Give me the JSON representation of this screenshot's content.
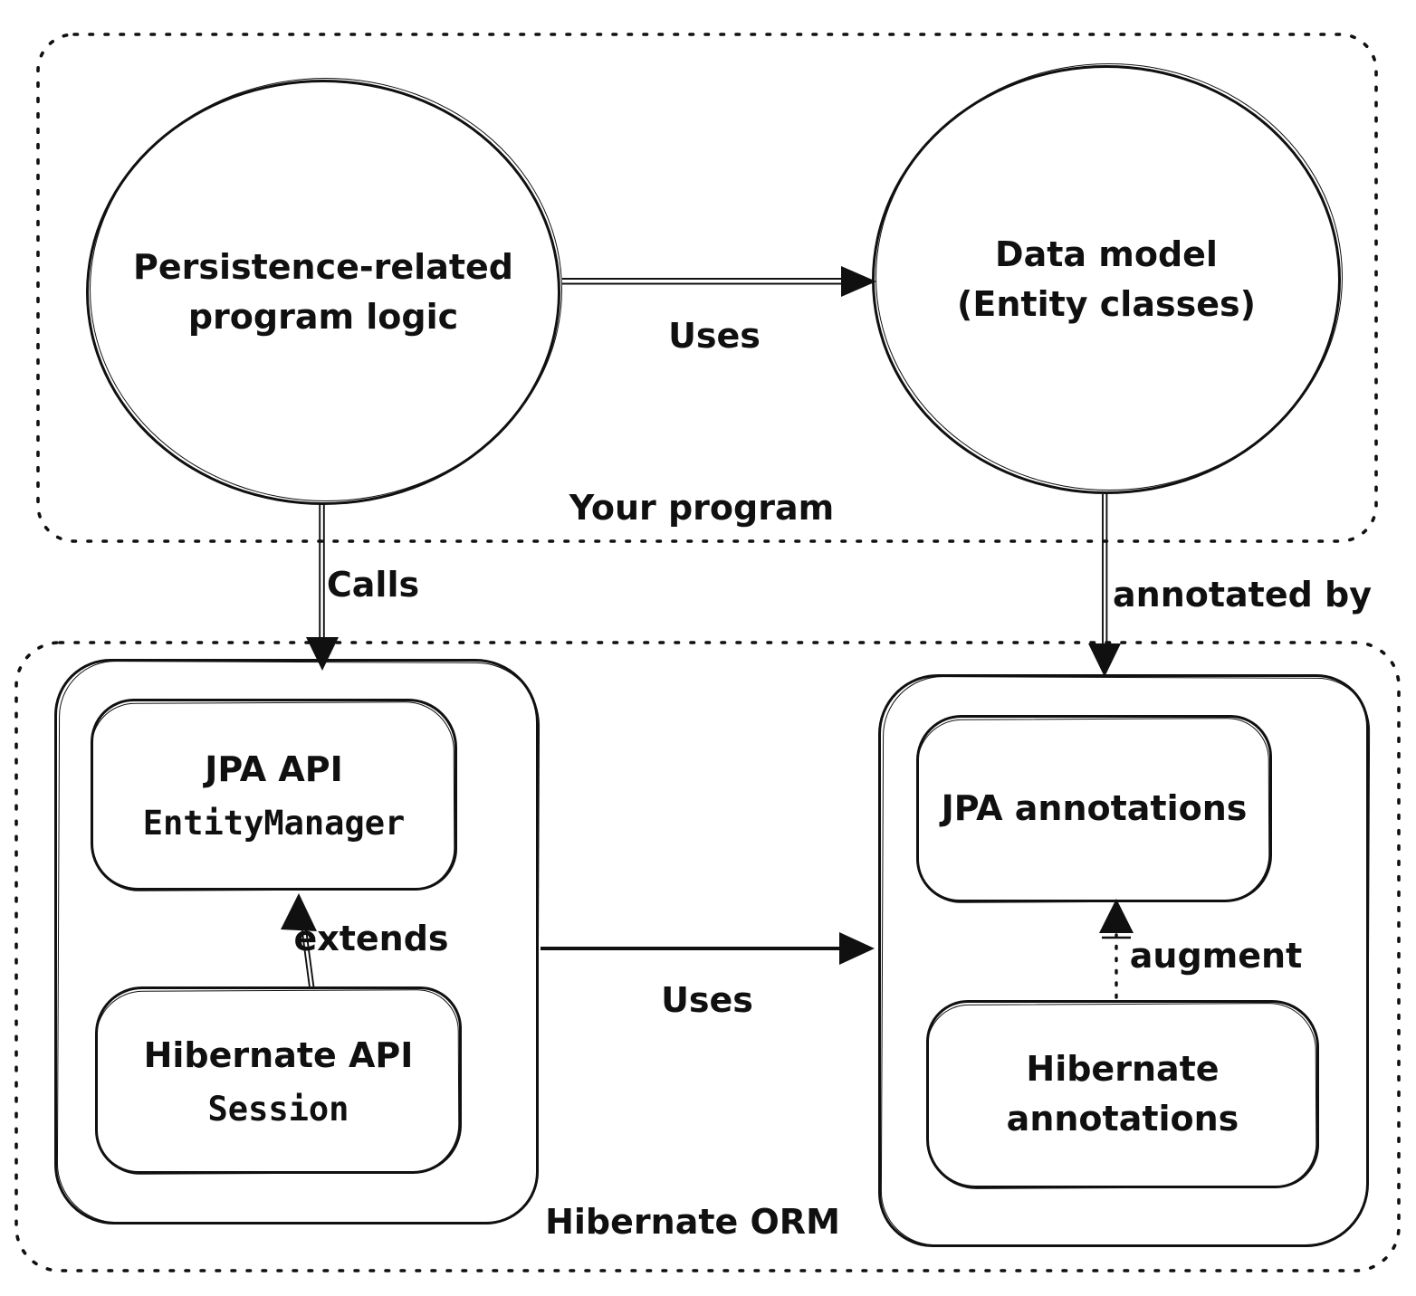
{
  "colors": {
    "ink": "#101010",
    "background": "#ffffff"
  },
  "groups": {
    "your_program": {
      "label": "Your program"
    },
    "hibernate_orm": {
      "label": "Hibernate ORM"
    }
  },
  "nodes": {
    "persistence_logic": {
      "line1": "Persistence-related",
      "line2": "program logic"
    },
    "data_model": {
      "line1": "Data model",
      "line2": "(Entity classes)"
    },
    "jpa_api": {
      "title": "JPA API",
      "code": "EntityManager"
    },
    "hibernate_api": {
      "title": "Hibernate API",
      "code": "Session"
    },
    "jpa_annotations": {
      "label": "JPA annotations"
    },
    "hibernate_annotations": {
      "label": "Hibernate annotations"
    }
  },
  "edges": {
    "uses_top": {
      "label": "Uses"
    },
    "calls": {
      "label": "Calls"
    },
    "annotated_by": {
      "label": "annotated by"
    },
    "extends": {
      "label": "extends"
    },
    "uses_bottom": {
      "label": "Uses"
    },
    "augment": {
      "label": "augment"
    }
  }
}
